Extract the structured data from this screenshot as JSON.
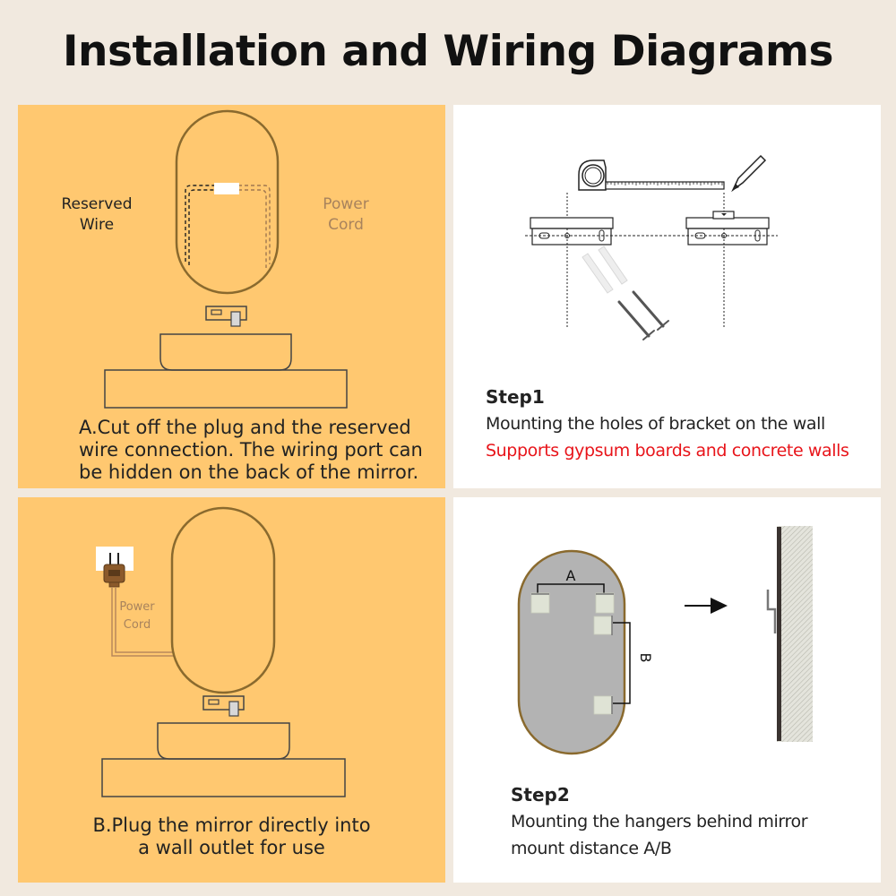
{
  "page": {
    "title": "Installation and Wiring Diagrams",
    "background_color": "#f1e9df",
    "accent_panel_color": "#ffc870"
  },
  "panel_a": {
    "label_reserved_wire_line1": "Reserved",
    "label_reserved_wire_line2": "Wire",
    "label_power_cord_line1": "Power",
    "label_power_cord_line2": "Cord",
    "caption_line1": "A.Cut off the plug and the reserved",
    "caption_line2": "wire connection. The wiring port can",
    "caption_line3": "be hidden on the back of the mirror.",
    "power_cord_color": "#b8875a",
    "mirror_frame_color": "#8a6a2e"
  },
  "panel_step1": {
    "heading": "Step1",
    "description": "Mounting the holes of bracket on the wall",
    "note": "Supports gypsum boards and concrete walls",
    "note_color": "#e8141a",
    "icons": [
      "tape-measure-icon",
      "pencil-icon",
      "bracket-icon",
      "spirit-level-icon",
      "wall-anchor-icon",
      "screw-icon"
    ]
  },
  "panel_b": {
    "label_power_line1": "Power",
    "label_power_line2": "Cord",
    "caption_line1": "B.Plug the mirror directly into",
    "caption_line2": "a wall outlet for use",
    "plug_color": "#8b5a2b"
  },
  "panel_step2": {
    "heading": "Step2",
    "description_line1": "Mounting the hangers behind mirror",
    "description_line2": "mount distance A/B",
    "dimension_a": "A",
    "dimension_b": "B",
    "mirror_back_color": "#b3b3b3",
    "mirror_frame_color": "#8a6a2e"
  }
}
